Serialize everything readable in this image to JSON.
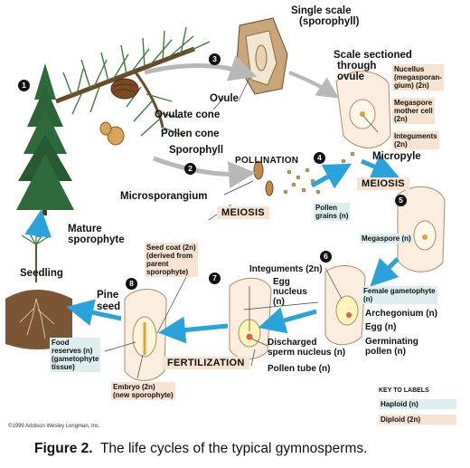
{
  "steps": [
    "1",
    "2",
    "3",
    "4",
    "5",
    "6",
    "7",
    "8"
  ],
  "labels": {
    "single_scale": "Single scale",
    "sporophyll_paren": "(sporophyll)",
    "ovule": "Ovule",
    "scale_sectioned": "Scale sectioned",
    "through": "through",
    "ovule2": "ovule",
    "ovulate_cone": "Ovulate cone",
    "pollen_cone": "Pollen cone",
    "sporophyll": "Sporophyll",
    "pollination": "POLLINATION",
    "microsporangium": "Microsporangium",
    "micropyle": "Micropyle",
    "mature": "Mature",
    "sporophyte": "sporophyte",
    "seedling": "Seedling",
    "pine": "Pine",
    "seed": "seed",
    "integuments_top": "Integuments (2n)",
    "egg_nucleus": "Egg\nnucleus\n(n)",
    "discharged": "Discharged\nsperm nucleus (n)",
    "pollen_tube": "Pollen tube (n)",
    "archegonium": "Archegonium (n)",
    "egg": "Egg (n)",
    "germinating": "Germinating\npollen (n)"
  },
  "boxes": {
    "nucellus": "Nucellus\n(megasporan-\ngium) (2n)",
    "megaspore_mother": "Megaspore\nmother cell\n(2n)",
    "integuments": "Integuments\n(2n)",
    "pollen_grains": "Pollen\ngrains (n)",
    "megaspore": "Megaspore (n)",
    "female_gametophyte": "Female gametophyte\n(n)",
    "seed_coat": "Seed coat (2n)\n(derived from\nparent\nsporophyte)",
    "food_reserves": "Food\nreserves (n)\n(gametophyte\ntissue)",
    "embryo": "Embryo (2n)\n(new sporophyte)"
  },
  "processes": {
    "meiosis1": "MEIOSIS",
    "meiosis2": "MEIOSIS",
    "fertilization": "FERTILIZATION"
  },
  "key": {
    "title": "KEY TO LABELS",
    "haploid": "Haploid (n)",
    "diploid": "Diploid (2n)"
  },
  "copyright": "©1999 Addison Wesley Longman, Inc.",
  "caption": {
    "bold": "Figure 2.",
    "text": "  The life cycles of the typical gymnosperms."
  },
  "colors": {
    "haploid": "#dcefee",
    "diploid": "#f7e3d0",
    "arrow_blue": "#29a3d9",
    "arrow_gray": "#b8b8b8",
    "tree_green": "#2f6b3a"
  }
}
